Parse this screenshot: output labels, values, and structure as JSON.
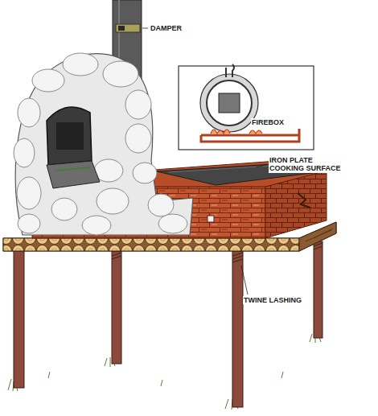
{
  "diagram": {
    "labels": [
      "DAMPER",
      "FIREBOX",
      "IRON PLATE COOKING SURFACE",
      "TWINE LASHING"
    ]
  }
}
